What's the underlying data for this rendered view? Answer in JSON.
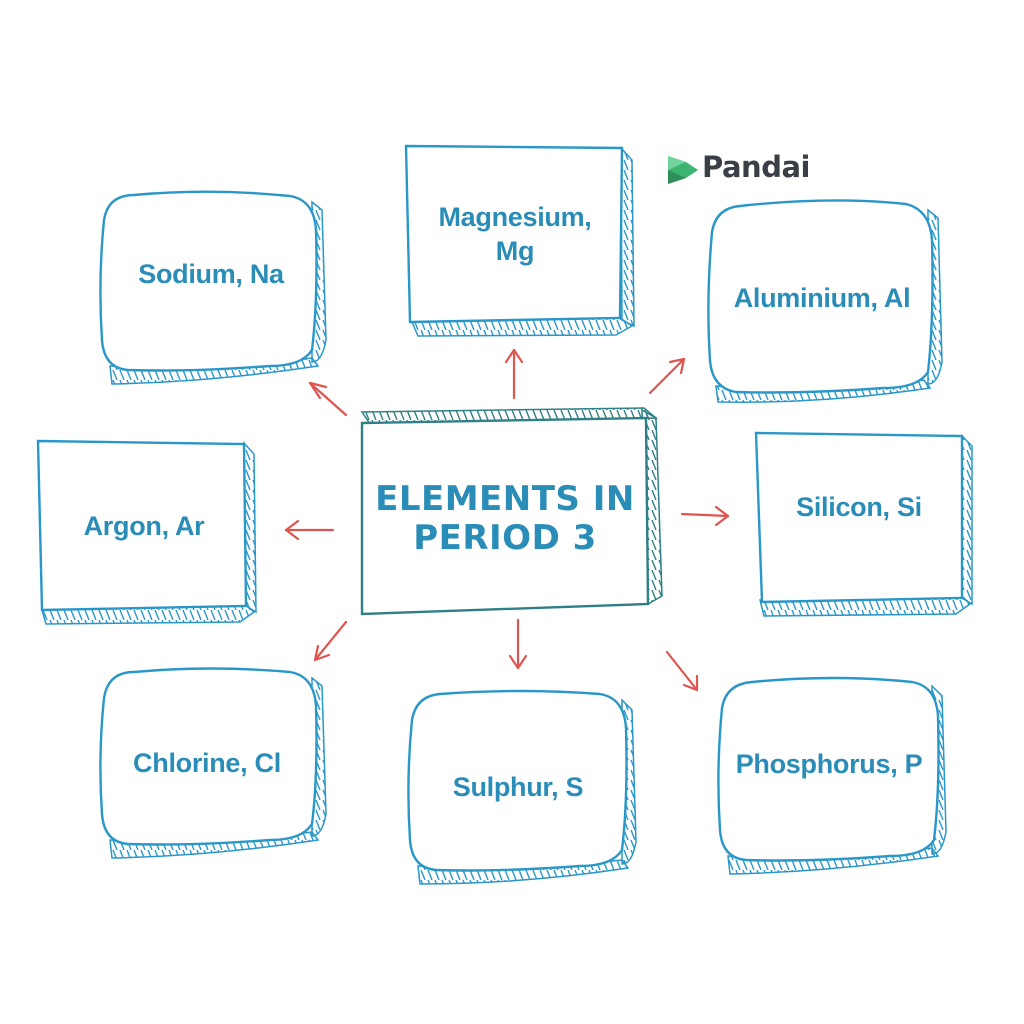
{
  "logo": {
    "text": "Pandai",
    "icon": "pandai-logo-icon"
  },
  "center": {
    "line1": "ELEMENTS IN",
    "line2": "PERIOD 3"
  },
  "elements": [
    {
      "key": "sodium",
      "label": "Sodium, Na"
    },
    {
      "key": "magnesium",
      "label": "Magnesium,\nMg"
    },
    {
      "key": "aluminium",
      "label": "Aluminium, Al"
    },
    {
      "key": "argon",
      "label": "Argon, Ar"
    },
    {
      "key": "silicon",
      "label": "Silicon, Si"
    },
    {
      "key": "chlorine",
      "label": "Chlorine, Cl"
    },
    {
      "key": "sulphur",
      "label": "Sulphur, S"
    },
    {
      "key": "phosphorus",
      "label": "Phosphorus, P"
    }
  ],
  "colors": {
    "box_outline": "#2a97c9",
    "center_outline": "#2f7f86",
    "text": "#2a8db8",
    "arrow": "#e0544f",
    "logo_green": "#3cb371",
    "logo_text": "#3a3f47"
  }
}
